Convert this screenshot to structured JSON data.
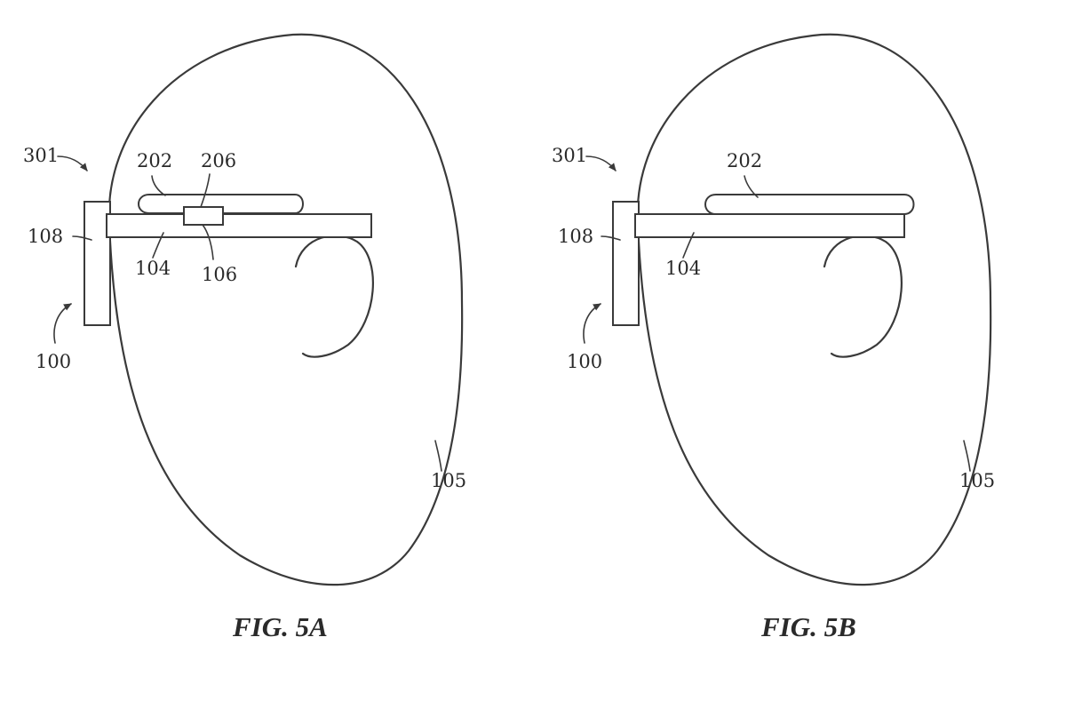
{
  "figures": [
    {
      "caption": "FIG. 5A",
      "labels": {
        "l301": "301",
        "l202": "202",
        "l206": "206",
        "l108": "108",
        "l104": "104",
        "l106": "106",
        "l100": "100",
        "l105": "105"
      }
    },
    {
      "caption": "FIG. 5B",
      "labels": {
        "l301": "301",
        "l202": "202",
        "l108": "108",
        "l104": "104",
        "l100": "100",
        "l105": "105"
      }
    }
  ]
}
